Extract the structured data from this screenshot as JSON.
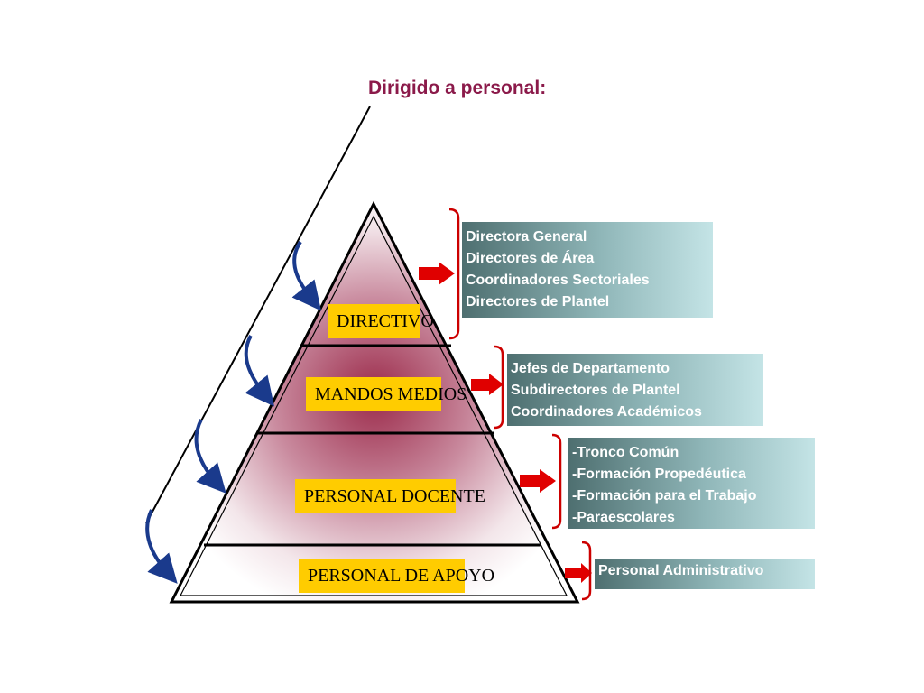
{
  "title": "Dirigido a personal:",
  "colors": {
    "title": "#8b1a4a",
    "label_bg": "#ffcc00",
    "arrow": "#e00000",
    "bracket": "#cc0000",
    "curved_arrow": "#1a3a8c",
    "pyramid_center": "#9b2a4a"
  },
  "levels": [
    {
      "label": "DIRECTIVO",
      "items": [
        "Directora General",
        "Directores de Área",
        "Coordinadores Sectoriales",
        "Directores de Plantel"
      ]
    },
    {
      "label": "MANDOS MEDIOS",
      "items": [
        "Jefes de Departamento",
        "Subdirectores de Plantel",
        "Coordinadores Académicos"
      ]
    },
    {
      "label": "PERSONAL DOCENTE",
      "items": [
        "-Tronco Común",
        "-Formación Propedéutica",
        "-Formación para el Trabajo",
        "-Paraescolares"
      ]
    },
    {
      "label": "PERSONAL DE APOYO",
      "items": [
        "Personal Administrativo"
      ]
    }
  ]
}
